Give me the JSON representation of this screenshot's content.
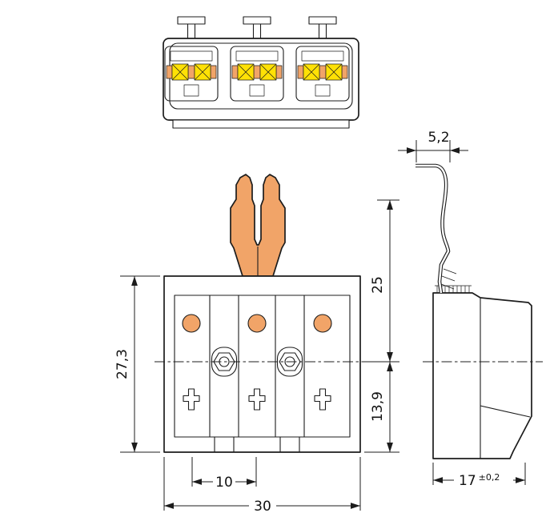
{
  "colors": {
    "orange": "#f1a468",
    "yellow": "#ffe105",
    "line": "#1c1c1c"
  },
  "dimensions": {
    "clip_width": "5,2",
    "upper_height": "25",
    "lower_height": "13,9",
    "front_height": "27,3",
    "pole_pitch": "10",
    "total_width": "30",
    "depth": "17",
    "depth_tolerance": "±0,2"
  }
}
